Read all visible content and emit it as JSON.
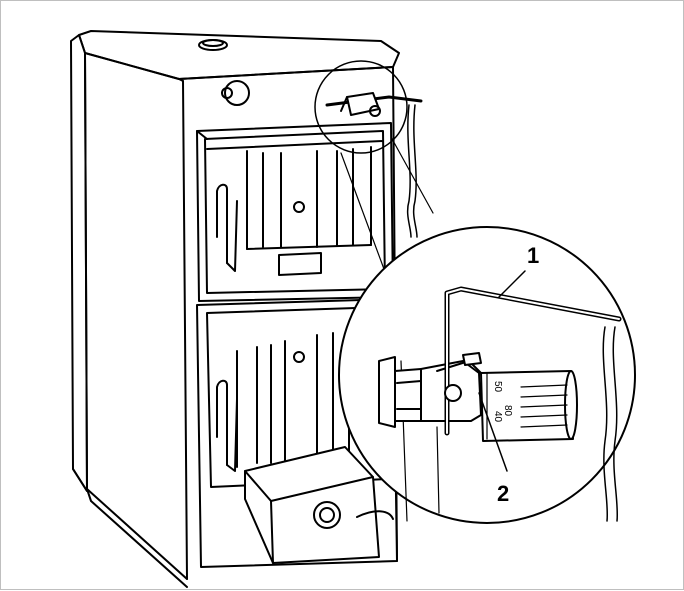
{
  "figure": {
    "callouts": [
      {
        "id": "1",
        "label": "1"
      },
      {
        "id": "2",
        "label": "2"
      }
    ],
    "dial_scale": [
      "80",
      "50",
      "40"
    ],
    "colors": {
      "line": "#000000",
      "paper": "#ffffff",
      "frame": "#bfbfbf"
    }
  }
}
